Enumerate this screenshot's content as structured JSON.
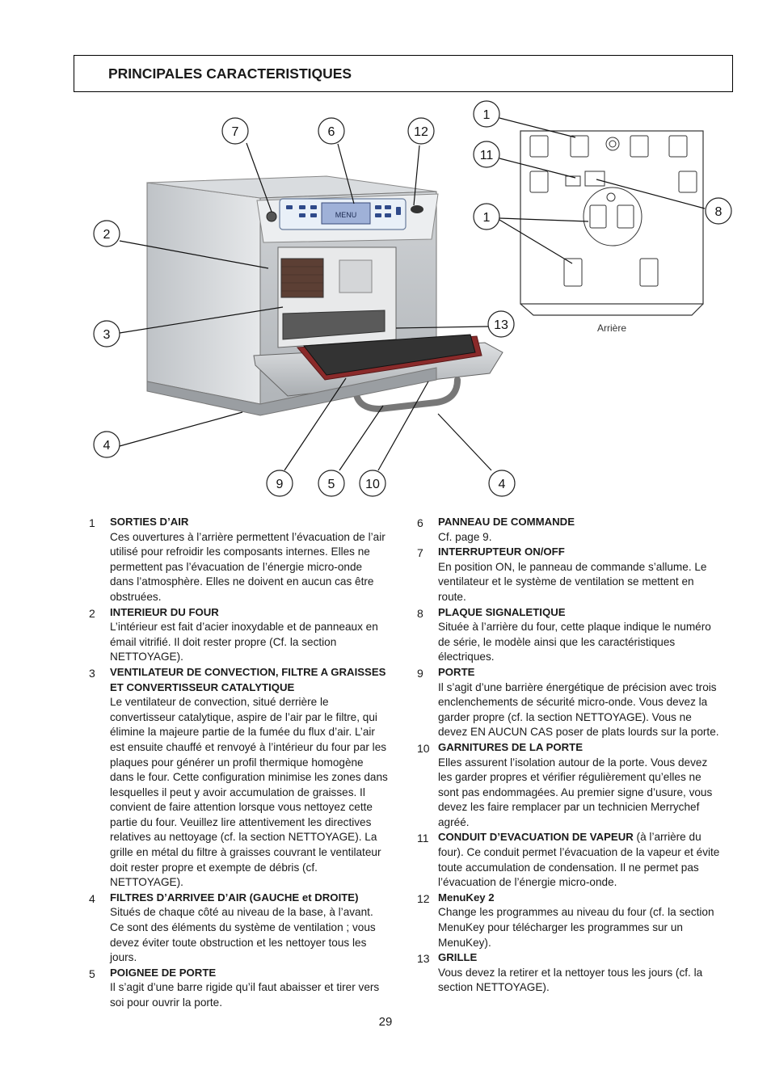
{
  "section_title": "PRINCIPALES CARACTERISTIQUES",
  "figure": {
    "callouts_front": [
      "7",
      "6",
      "12",
      "2",
      "3",
      "4",
      "9",
      "5",
      "10",
      "4",
      "13"
    ],
    "callouts_rear": [
      "1",
      "11",
      "1",
      "8"
    ],
    "rear_label": "Arrière",
    "display_label": "MENU"
  },
  "items_left": [
    {
      "num": "1",
      "head": "SORTIES D’AIR",
      "after": "",
      "body": "Ces ouvertures à l’arrière permettent l’évacuation de l’air utilisé pour refroidir les composants internes. Elles ne permettent pas l’évacuation de l’énergie micro-onde dans l’atmosphère. Elles ne doivent en aucun cas être obstruées."
    },
    {
      "num": "2",
      "head": "INTERIEUR DU FOUR",
      "after": "",
      "body": "L’intérieur est fait d’acier inoxydable et de panneaux en émail vitrifié. Il doit rester propre (Cf. la section NETTOYAGE)."
    },
    {
      "num": "3",
      "head": "VENTILATEUR DE CONVECTION, FILTRE A GRAISSES ET CONVERTISSEUR CATALYTIQUE",
      "after": "",
      "body": "Le ventilateur de convection, situé derrière le convertisseur catalytique, aspire de l’air par le filtre, qui élimine la majeure partie de la fumée du flux d’air. L’air est ensuite chauffé et renvoyé à l’intérieur du four par les plaques pour générer un profil thermique homogène dans le four. Cette configuration minimise les zones dans lesquelles il peut y avoir accumulation de graisses. Il convient de faire attention lorsque vous nettoyez cette partie du four. Veuillez lire attentivement les directives relatives au nettoyage (cf. la section NETTOYAGE). La grille en métal du filtre à graisses couvrant le ventilateur doit rester propre et exempte de débris (cf. NETTOYAGE)."
    },
    {
      "num": "4",
      "head": "FILTRES D’ARRIVEE D’AIR (GAUCHE et DROITE)",
      "after": "",
      "body": "Situés de chaque côté au niveau de la base, à l’avant. Ce sont des éléments du système de ventilation ; vous devez éviter toute obstruction et les nettoyer tous les jours."
    },
    {
      "num": "5",
      "head": "POIGNEE DE PORTE",
      "after": "",
      "body": "Il s’agit d’une barre rigide qu’il faut abaisser et tirer vers soi pour ouvrir la porte."
    }
  ],
  "items_right": [
    {
      "num": "6",
      "head": "PANNEAU DE COMMANDE",
      "after": "",
      "body": "Cf. page 9."
    },
    {
      "num": "7",
      "head": "INTERRUPTEUR ON/OFF",
      "after": "",
      "body": "En position ON, le panneau de commande s’allume. Le ventilateur et le système de ventilation se mettent en route."
    },
    {
      "num": "8",
      "head": "PLAQUE SIGNALETIQUE",
      "after": "",
      "body": "Située à l’arrière du four, cette plaque indique le numéro de série, le modèle ainsi que les caractéristiques électriques."
    },
    {
      "num": "9",
      "head": "PORTE",
      "after": "",
      "body": "Il s’agit d’une barrière énergétique de précision avec trois enclenchements de sécurité micro-onde. Vous devez la garder propre (cf. la section NETTOYAGE). Vous ne devez EN AUCUN CAS poser de plats lourds sur la porte."
    },
    {
      "num": "10",
      "head": "GARNITURES DE LA PORTE",
      "after": "",
      "body": "Elles assurent l’isolation autour de la porte. Vous devez les garder propres et vérifier régulièrement qu’elles ne sont pas endommagées. Au premier signe d’usure, vous devez les faire remplacer par un technicien Merrychef agréé."
    },
    {
      "num": "11",
      "head": "CONDUIT D’EVACUATION DE VAPEUR",
      "after": " (à l’arrière du four). Ce conduit permet l’évacuation de la vapeur et évite toute accumulation de condensation. Il ne permet pas l’évacuation de l’énergie micro-onde.",
      "body": ""
    },
    {
      "num": "12",
      "head": "MenuKey 2",
      "after": "",
      "body": "Change les programmes au niveau du four (cf. la section MenuKey pour télécharger les programmes sur un MenuKey)."
    },
    {
      "num": "13",
      "head": "GRILLE",
      "after": "",
      "body": "Vous devez la retirer et la nettoyer tous les jours (cf. la section NETTOYAGE)."
    }
  ],
  "page_number": "29"
}
